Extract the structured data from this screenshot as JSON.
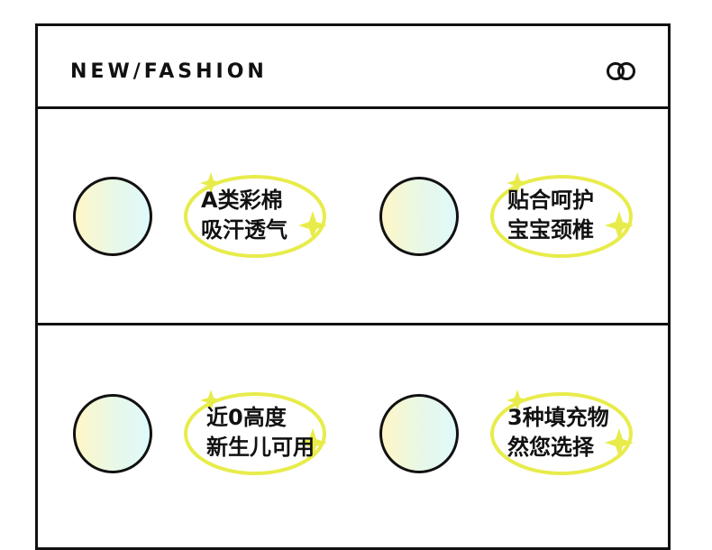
{
  "header": {
    "brand": "NEW/FASHION",
    "logo_icon": "double-ring-icon"
  },
  "accent_color": "#e8ec4b",
  "features": [
    {
      "line1": "A类彩棉",
      "line2": "吸汗透气"
    },
    {
      "line1": "贴合呵护",
      "line2": "宝宝颈椎"
    },
    {
      "line1": "近0高度",
      "line2": "新生儿可用"
    },
    {
      "line1": "3种填充物",
      "line2": "然您选择"
    }
  ]
}
